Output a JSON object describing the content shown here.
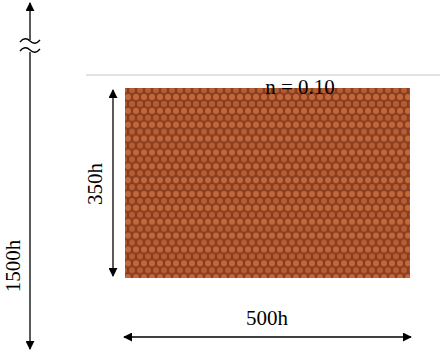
{
  "diagram": {
    "labels": [
      "n = 0.10",
      "350h",
      "1500h",
      "500h"
    ]
  }
}
